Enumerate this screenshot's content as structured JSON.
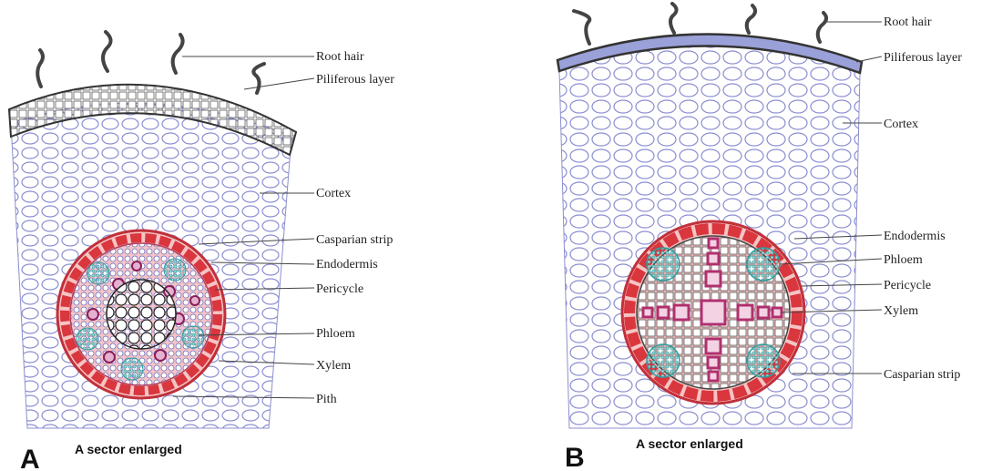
{
  "panels": [
    {
      "letter": "A",
      "caption": "A sector enlarged",
      "labels": {
        "root_hair": "Root hair",
        "piliferous_layer": "Piliferous layer",
        "cortex": "Cortex",
        "casparian_strip": "Casparian strip",
        "endodermis": "Endodermis",
        "pericycle": "Pericycle",
        "phloem": "Phloem",
        "xylem": "Xylem",
        "pith": "Pith"
      }
    },
    {
      "letter": "B",
      "caption": "A sector enlarged",
      "labels": {
        "root_hair": "Root hair",
        "piliferous_layer": "Piliferous layer",
        "cortex": "Cortex",
        "endodermis": "Endodermis",
        "phloem": "Phloem",
        "pericycle": "Pericycle",
        "xylem": "Xylem",
        "casparian_strip": "Casparian strip"
      }
    }
  ],
  "colors": {
    "cortex_cell": "#8c8fd0",
    "endodermis": "#d9363e",
    "pericycle": "#f2b5b5",
    "phloem": "#2f9ea0",
    "xylem": "#b0306e",
    "epidermis": "#333333"
  }
}
